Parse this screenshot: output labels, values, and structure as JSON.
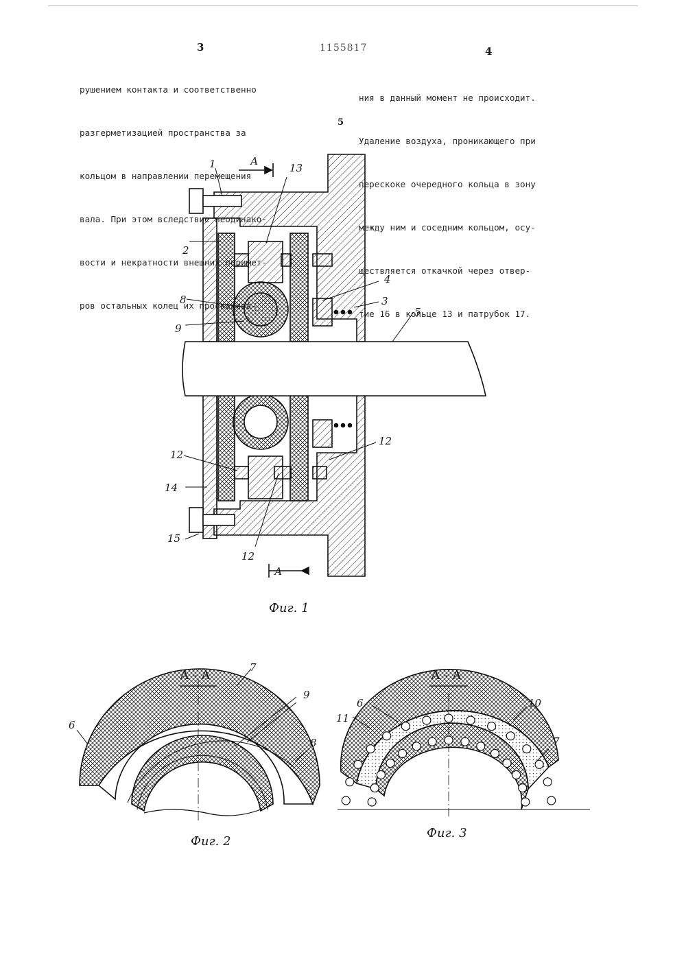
{
  "header": {
    "left_page": "3",
    "patent_number": "1155817",
    "right_page": "4",
    "line_marker": "5"
  },
  "text": {
    "left_column": [
      "рушением контакта и соответственно",
      "разгерметизацией пространства за",
      "кольцом в направлении перемещения",
      "вала. При этом вследствие неодинако-",
      "вости и некратности внешних перимет-",
      "ров остальных колец их проскакива-"
    ],
    "right_column": [
      "ния в данный момент не происходит.",
      "Удаление воздуха, проникающего при",
      "перескоке очередного кольца в зону",
      "между ним и соседним кольцом, осу-",
      "ществляется откачкой через отвер-",
      "тие 16 в кольце 13 и патрубок 17."
    ]
  },
  "figure1": {
    "caption": "Фиг. 1",
    "section_letter_top": "А",
    "section_letter_bottom": "А",
    "labels": {
      "l1": "1",
      "l2": "2",
      "l3": "3",
      "l4": "4",
      "l5": "5",
      "l8": "8",
      "l9": "9",
      "l12a": "12",
      "l12b": "12",
      "l12c": "12",
      "l13": "13",
      "l14": "14",
      "l15": "15"
    }
  },
  "figure2": {
    "caption": "Фиг. 2",
    "section_title": "А - А",
    "labels": {
      "l6": "6",
      "l7": "7",
      "l8": "8",
      "l9": "9"
    }
  },
  "figure3": {
    "caption": "Фиг. 3",
    "section_title": "А - А",
    "labels": {
      "l6": "6",
      "l7": "7",
      "l10": "10",
      "l11": "11"
    }
  }
}
